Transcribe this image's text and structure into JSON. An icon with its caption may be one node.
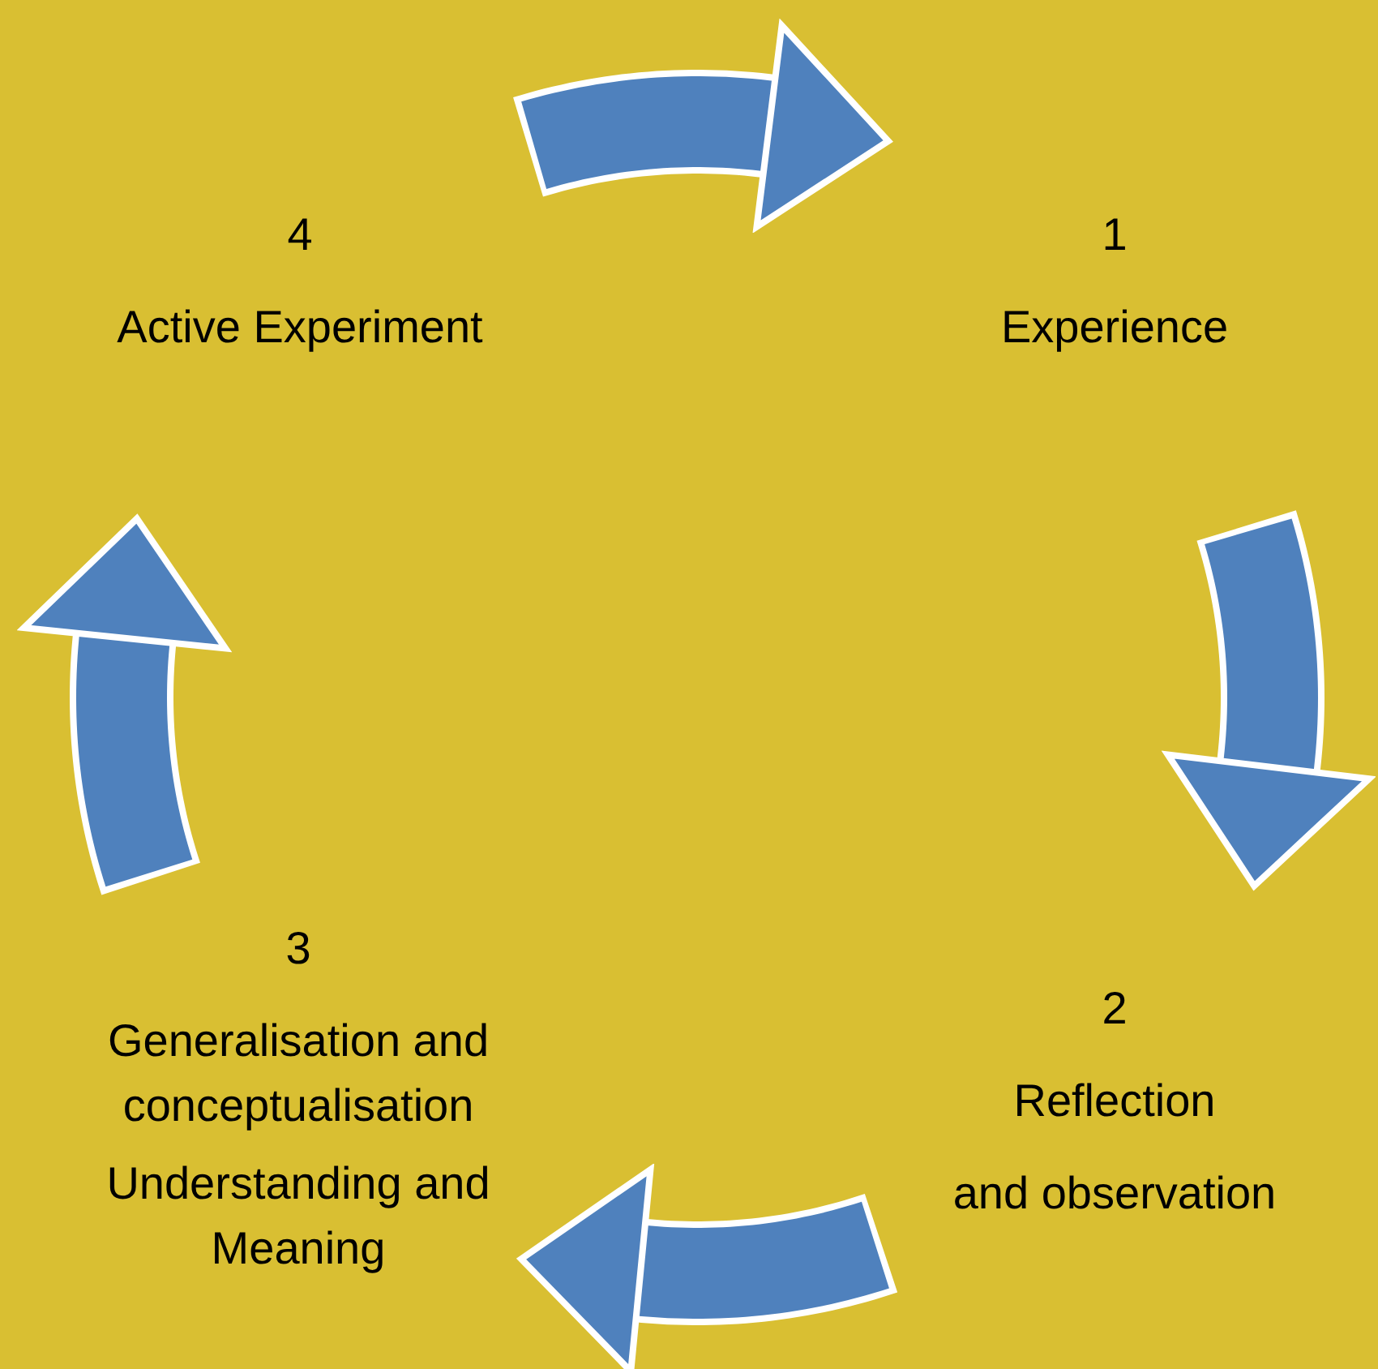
{
  "diagram": {
    "nodes": [
      {
        "text": [
          "1",
          "Experience"
        ]
      },
      {
        "text": [
          "2",
          "Reflection",
          "and observation"
        ]
      },
      {
        "text": [
          "3",
          "Generalisation and conceptualisation",
          "Understanding and Meaning"
        ]
      },
      {
        "text": [
          "4",
          "Active Experiment"
        ]
      }
    ],
    "edges": [
      {
        "from": 3,
        "to": 0,
        "arrow": "to"
      },
      {
        "from": 0,
        "to": 1,
        "arrow": "to"
      },
      {
        "from": 1,
        "to": 2,
        "arrow": "to"
      },
      {
        "from": 2,
        "to": 3,
        "arrow": "to"
      }
    ]
  }
}
